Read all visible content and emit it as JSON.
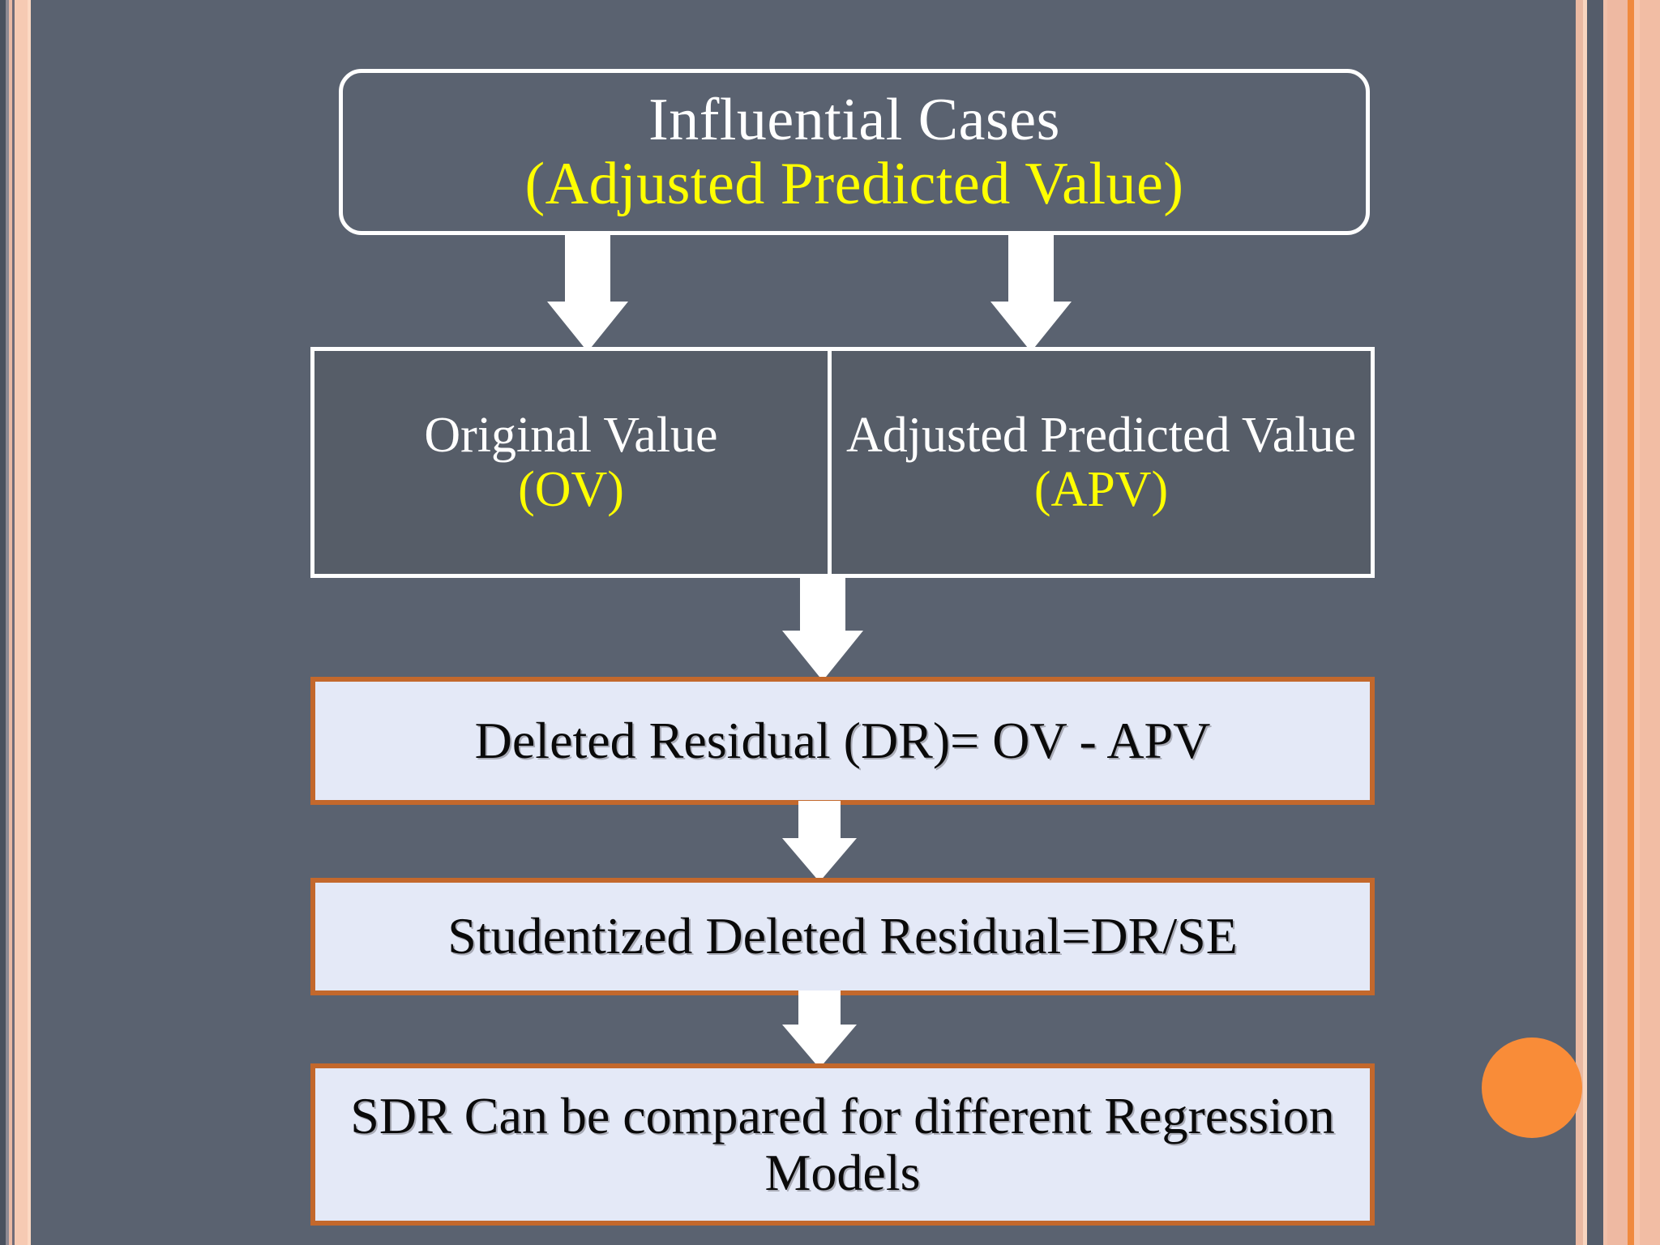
{
  "slide": {
    "background_color": "#5a6270",
    "accent_orange": "#f98c38",
    "border_orange": "#c3682c",
    "panel_lavender": "#e4e9f7",
    "highlight_yellow": "#ffff00",
    "text_white": "#ffffff"
  },
  "title_box": {
    "line1": "Influential Cases",
    "line2": "(Adjusted Predicted Value)"
  },
  "mid_band": {
    "left": {
      "name": "Original Value",
      "abbr": "(OV)"
    },
    "right": {
      "name": "Adjusted Predicted Value",
      "abbr": "(APV)"
    }
  },
  "results": [
    {
      "text": "Deleted Residual (DR)= OV - APV"
    },
    {
      "text": "Studentized Deleted Residual=DR/SE"
    },
    {
      "text": "SDR Can be compared for different Regression Models"
    }
  ],
  "arrows": [
    {
      "name": "arrow-title-to-original-value"
    },
    {
      "name": "arrow-title-to-adjusted-predicted-value"
    },
    {
      "name": "arrow-values-to-deleted-residual"
    },
    {
      "name": "arrow-deleted-residual-to-studentized"
    },
    {
      "name": "arrow-studentized-to-sdr"
    }
  ],
  "decorations": {
    "circle": "orange-accent-circle",
    "left_border": "peach-stripe-border",
    "right_border": "peach-orange-stripe-border"
  }
}
